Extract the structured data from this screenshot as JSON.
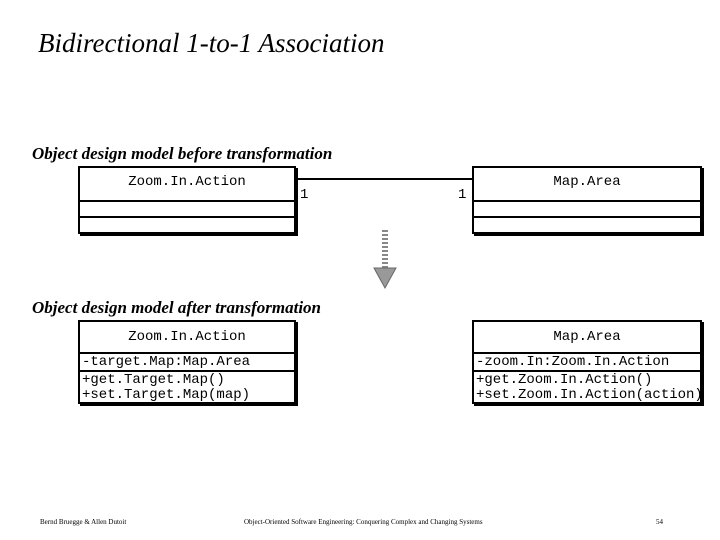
{
  "title": "Bidirectional 1-to-1 Association",
  "before": {
    "heading": "Object design model before transformation",
    "left_class": "Zoom.In.Action",
    "right_class": "Map.Area",
    "left_mult": "1",
    "right_mult": "1"
  },
  "after": {
    "heading": "Object design model after transformation",
    "left_class": {
      "name": "Zoom.In.Action",
      "attribute": "-target.Map:Map.Area",
      "operations": [
        "+get.Target.Map()",
        "+set.Target.Map(map)"
      ]
    },
    "right_class": {
      "name": "Map.Area",
      "attribute": "-zoom.In:Zoom.In.Action",
      "operations": [
        "+get.Zoom.In.Action()",
        "+set.Zoom.In.Action(action)"
      ]
    }
  },
  "footer": {
    "authors": "Bernd Bruegge & Allen Dutoit",
    "book": "Object-Oriented Software Engineering: Conquering Complex and Changing Systems",
    "page": "54"
  }
}
